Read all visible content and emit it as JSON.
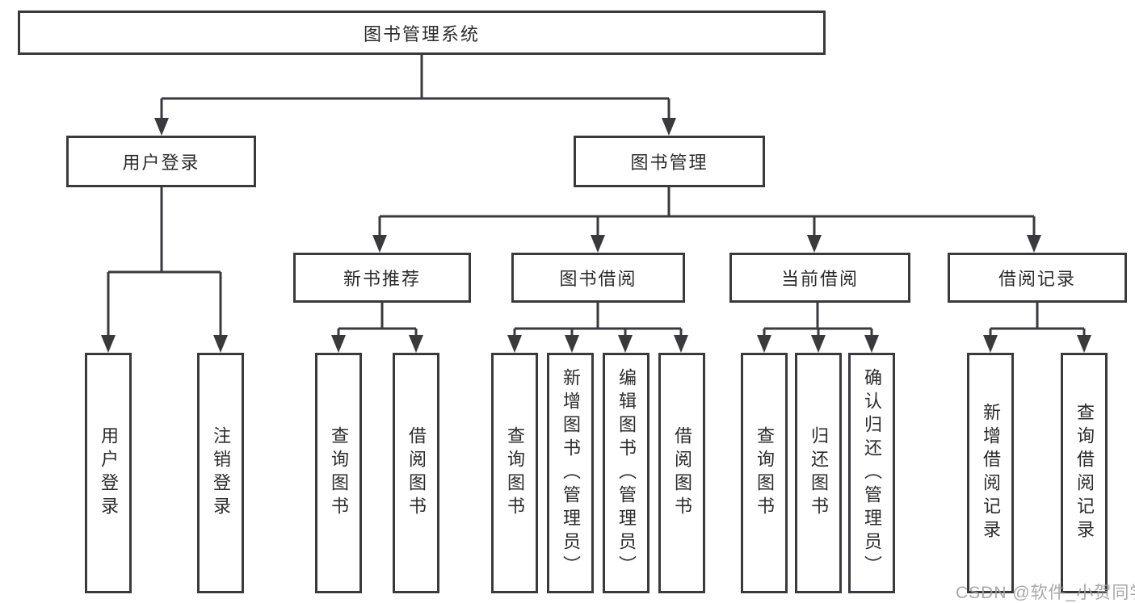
{
  "nodes": {
    "root": "图书管理系统",
    "user_login": "用户登录",
    "book_management": "图书管理",
    "new_book_recommendation": "新书推荐",
    "book_borrowing": "图书借阅",
    "current_borrowing": "当前借阅",
    "borrowing_records": "借阅记录",
    "user_login_action": "用户登录",
    "logout_action": "注销登录",
    "nbr_query_books": "查询图书",
    "nbr_borrow_books": "借阅图书",
    "bb_query_books": "查询图书",
    "bb_add_books_admin": "新增图书（管理员）",
    "bb_edit_books_admin": "编辑图书（管理员）",
    "bb_borrow_books": "借阅图书",
    "cb_query_books": "查询图书",
    "cb_return_books": "归还图书",
    "cb_confirm_return_admin": "确认归还（管理员）",
    "br_add_borrow_record": "新增借阅记录",
    "br_query_borrow_record": "查询借阅记录"
  },
  "watermark": "CSDN @软件_小贺同学",
  "colors": {
    "line": "#3a3a3c",
    "text": "#2b2b2b",
    "background": "#ffffff",
    "watermark": "#9e9e9e"
  }
}
